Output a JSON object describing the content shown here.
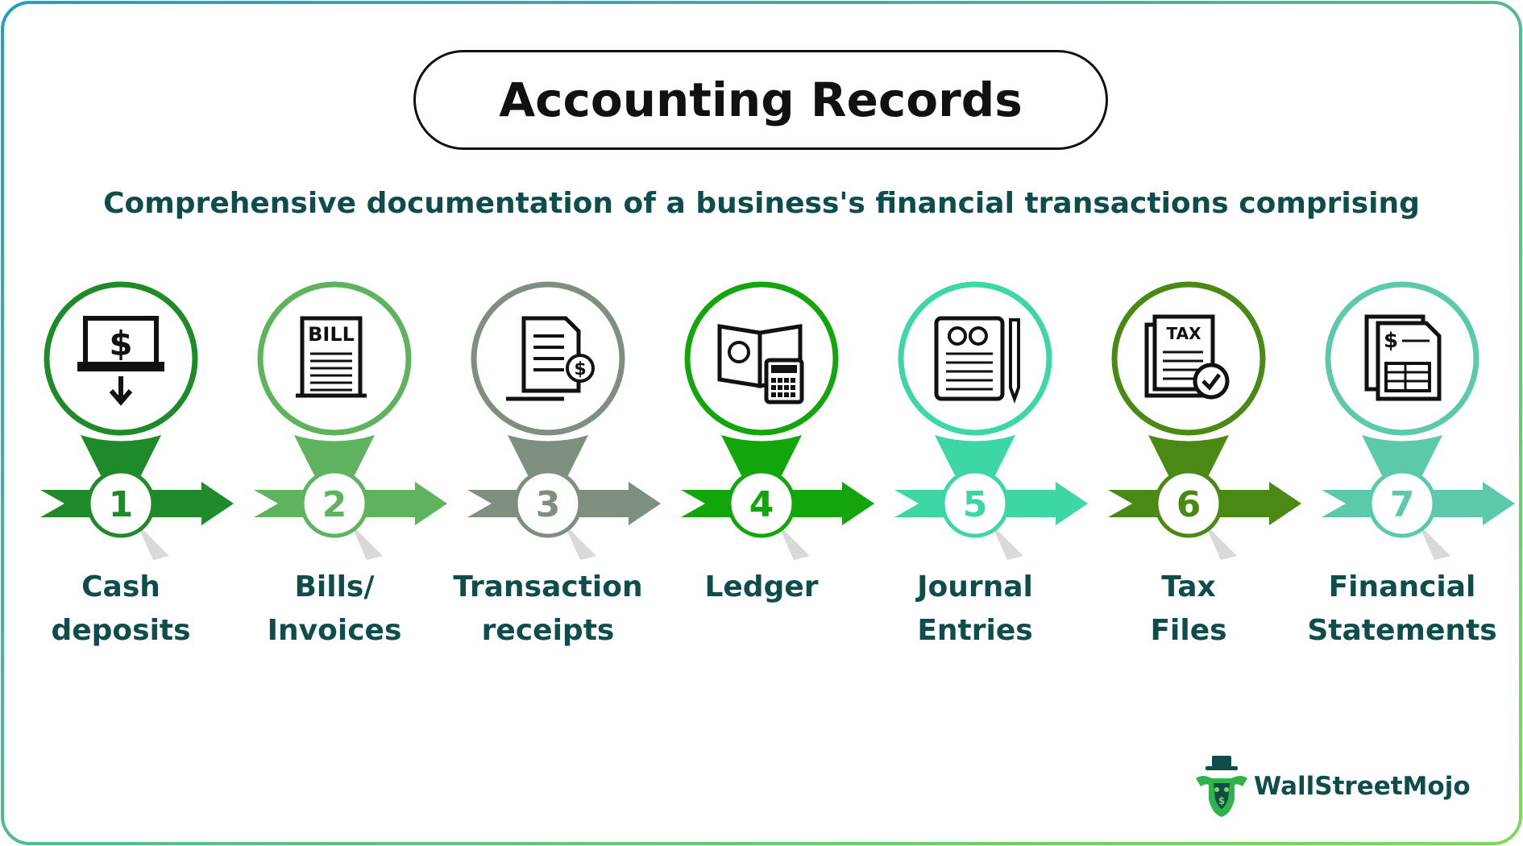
{
  "title": "Accounting Records",
  "subtitle": "Comprehensive documentation of a business's financial transactions comprising",
  "steps": [
    {
      "number": "1",
      "label": "Cash\ndeposits",
      "icon": "cash-deposit-icon",
      "color": "#1e8a2a"
    },
    {
      "number": "2",
      "label": "Bills/\nInvoices",
      "icon": "bill-icon",
      "color": "#5fb35f"
    },
    {
      "number": "3",
      "label": "Transaction\nreceipts",
      "icon": "receipt-icon",
      "color": "#7f8f7f"
    },
    {
      "number": "4",
      "label": "Ledger",
      "icon": "ledger-icon",
      "color": "#12a60c"
    },
    {
      "number": "5",
      "label": "Journal\nEntries",
      "icon": "journal-icon",
      "color": "#3dd6a5"
    },
    {
      "number": "6",
      "label": "Tax\nFiles",
      "icon": "tax-file-icon",
      "color": "#4a8a14"
    },
    {
      "number": "7",
      "label": "Financial\nStatements",
      "icon": "financial-statement-icon",
      "color": "#5cc9aa"
    }
  ],
  "brand": {
    "name": "WallStreetMojo",
    "icon": "bull-logo-icon"
  },
  "colors": {
    "frame_start": "#1fa0c9",
    "frame_end": "#7ed957",
    "text_dark": "#0f4d4d"
  }
}
